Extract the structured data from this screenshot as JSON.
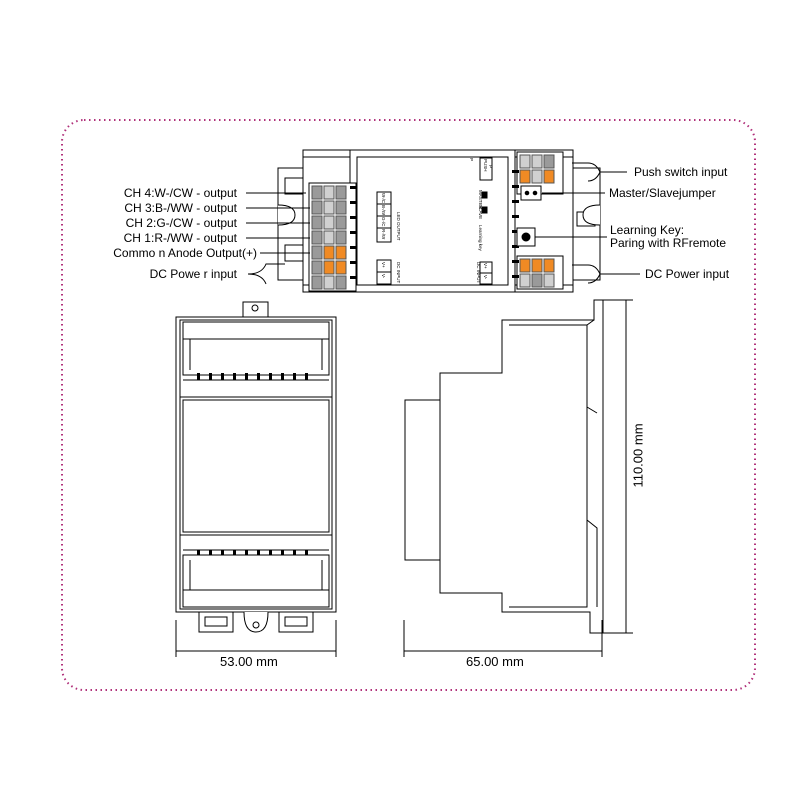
{
  "callouts_left": [
    "CH 4:W-/CW - output",
    "CH 3:B-/WW - output",
    "CH 2:G-/CW - output",
    "CH 1:R-/WW - output",
    "Commo n Anode Output(+)",
    "DC Powe r input"
  ],
  "callouts_right": {
    "push_switch": "Push switch input",
    "master_slave": "Master/Slavejumper",
    "learning_key_line1": "Learning Key:",
    "learning_key_line2": "Paring with RFremote",
    "dc_power": "DC Power input"
  },
  "dimensions": {
    "width": "53.00  mm",
    "depth": "65.00  mm",
    "height": "110.00  mm"
  },
  "device_labels": {
    "led_output": "LED OUTPUT",
    "dc_input_left": "DC INPUT",
    "dc_input_right": "DC INPUT",
    "push": "PUSH",
    "master": "MASTER",
    "slave": "SLAVE",
    "learning_key": "Learning key",
    "terminals_left": [
      "W-/C",
      "B-/W",
      "G-/C",
      "R-/W",
      "V+",
      "V+",
      "V-"
    ],
    "terminals_right_top": [
      "P",
      "P"
    ],
    "terminals_right_bottom": [
      "V+",
      "V-"
    ]
  },
  "colors": {
    "border_dotted": "#b0307a",
    "line": "#000000",
    "terminal_orange": "#f08a24",
    "terminal_gray": "#8a8a8a"
  }
}
